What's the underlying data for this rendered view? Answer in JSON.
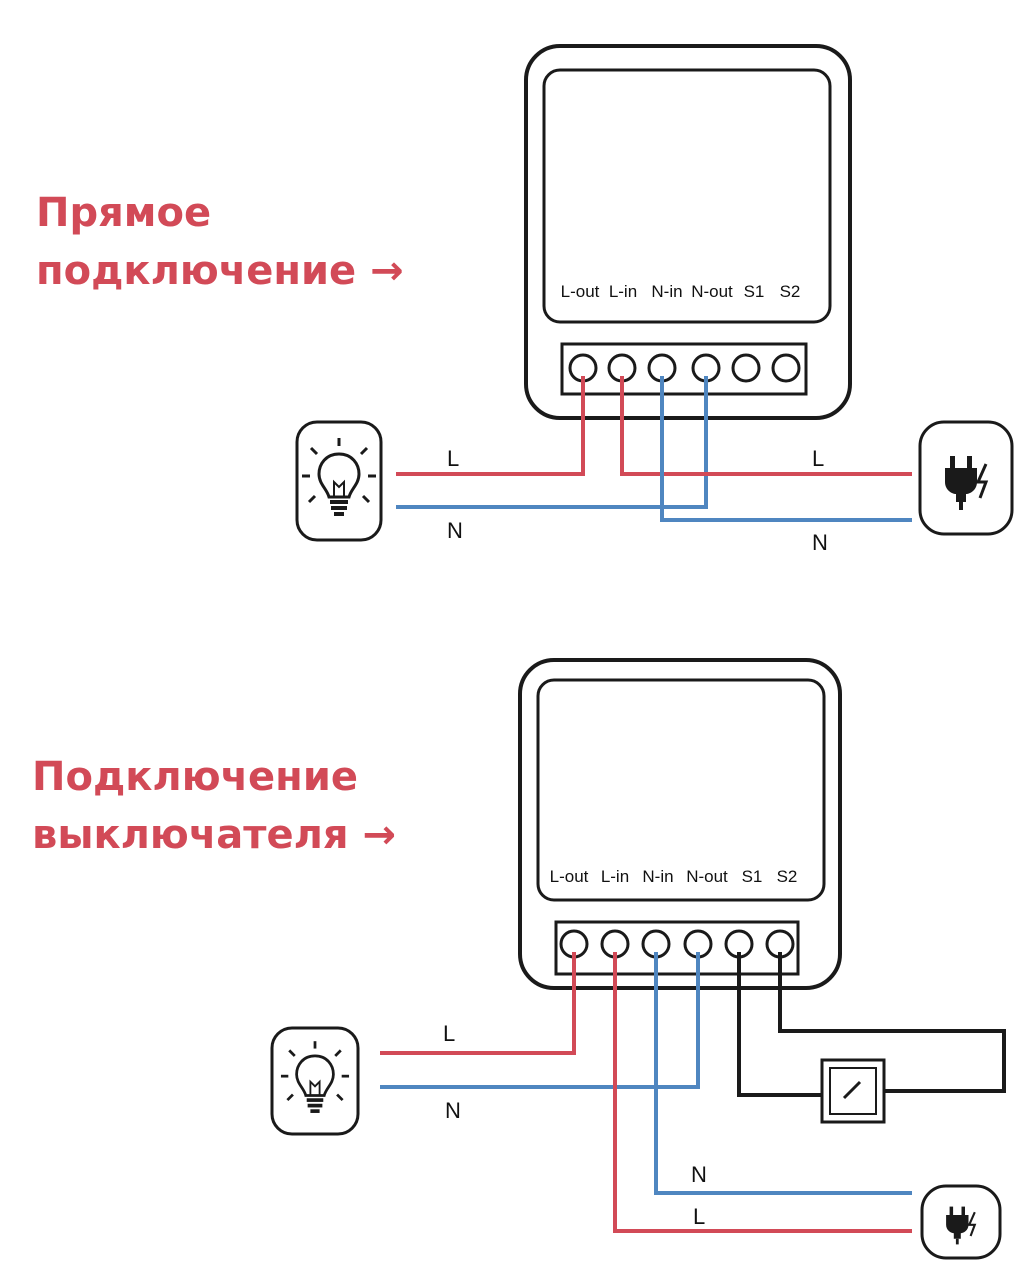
{
  "colors": {
    "heading": "#d24a57",
    "live_wire": "#d24a57",
    "neutral_wire": "#4f86c0",
    "outline": "#1a1a1a"
  },
  "icons": [
    "light-bulb-icon",
    "power-plug-icon",
    "wall-switch-icon"
  ],
  "section_direct": {
    "heading_line1": "Прямое",
    "heading_line2": "подключение →",
    "terminals": [
      "L-out",
      "L-in",
      "N-in",
      "N-out",
      "S1",
      "S2"
    ],
    "wire_labels": {
      "lamp_live": "L",
      "lamp_neutral": "N",
      "supply_live": "L",
      "supply_neutral": "N"
    }
  },
  "section_switch": {
    "heading_line1": "Подключение",
    "heading_line2": "выключателя →",
    "terminals": [
      "L-out",
      "L-in",
      "N-in",
      "N-out",
      "S1",
      "S2"
    ],
    "wire_labels": {
      "lamp_live": "L",
      "lamp_neutral": "N",
      "supply_neutral": "N",
      "supply_live": "L"
    }
  }
}
